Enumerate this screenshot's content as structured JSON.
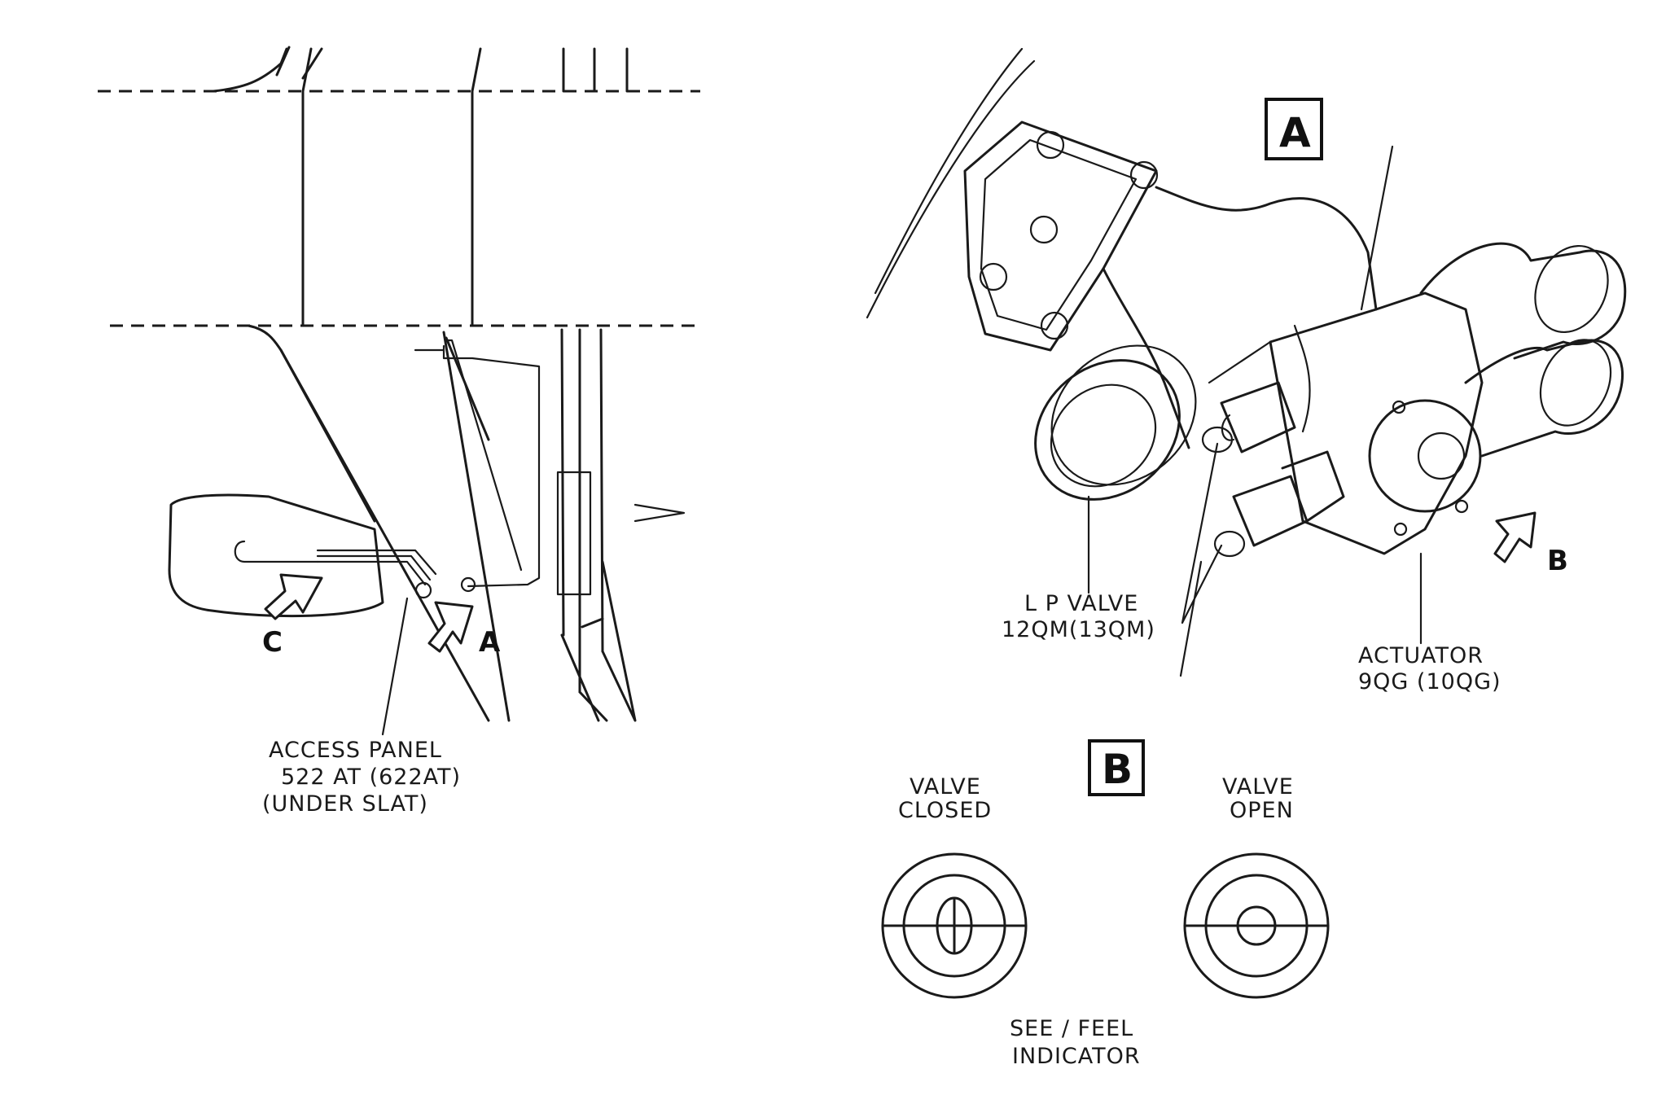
{
  "callouts": {
    "arrow_a": "A",
    "arrow_b": "B",
    "arrow_c": "C",
    "box_a": "A",
    "box_b": "B"
  },
  "labels": {
    "access_panel": [
      "ACCESS PANEL",
      "522 AT  (622AT)",
      "(UNDER  SLAT)"
    ],
    "lp_valve": [
      "L P  VALVE",
      "12QM(13QM)"
    ],
    "actuator": [
      "ACTUATOR",
      "9QG (10QG)"
    ],
    "valve_closed": [
      "VALVE",
      "CLOSED"
    ],
    "valve_open": [
      "VALVE",
      "OPEN"
    ],
    "see_feel": [
      "SEE / FEEL",
      "INDICATOR"
    ]
  }
}
